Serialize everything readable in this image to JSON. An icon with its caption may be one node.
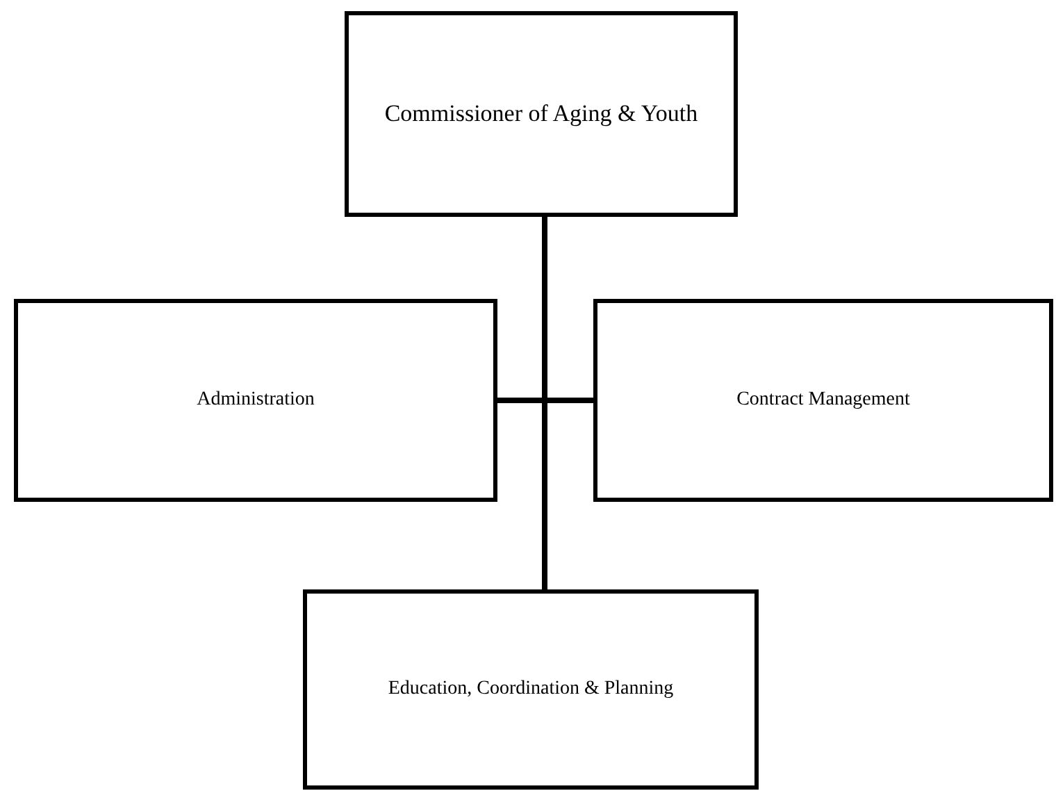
{
  "diagram": {
    "nodes": [
      {
        "text": [
          "Commissioner of Aging & Youth"
        ]
      },
      {
        "text": [
          "Administration"
        ]
      },
      {
        "text": [
          "Contract Management"
        ]
      },
      {
        "text": [
          "Education, Coordination & Planning"
        ]
      }
    ],
    "edges": [
      {
        "from": 0,
        "to": 1,
        "arrow": "none"
      },
      {
        "from": 0,
        "to": 2,
        "arrow": "none"
      },
      {
        "from": 0,
        "to": 3,
        "arrow": "none"
      }
    ]
  }
}
